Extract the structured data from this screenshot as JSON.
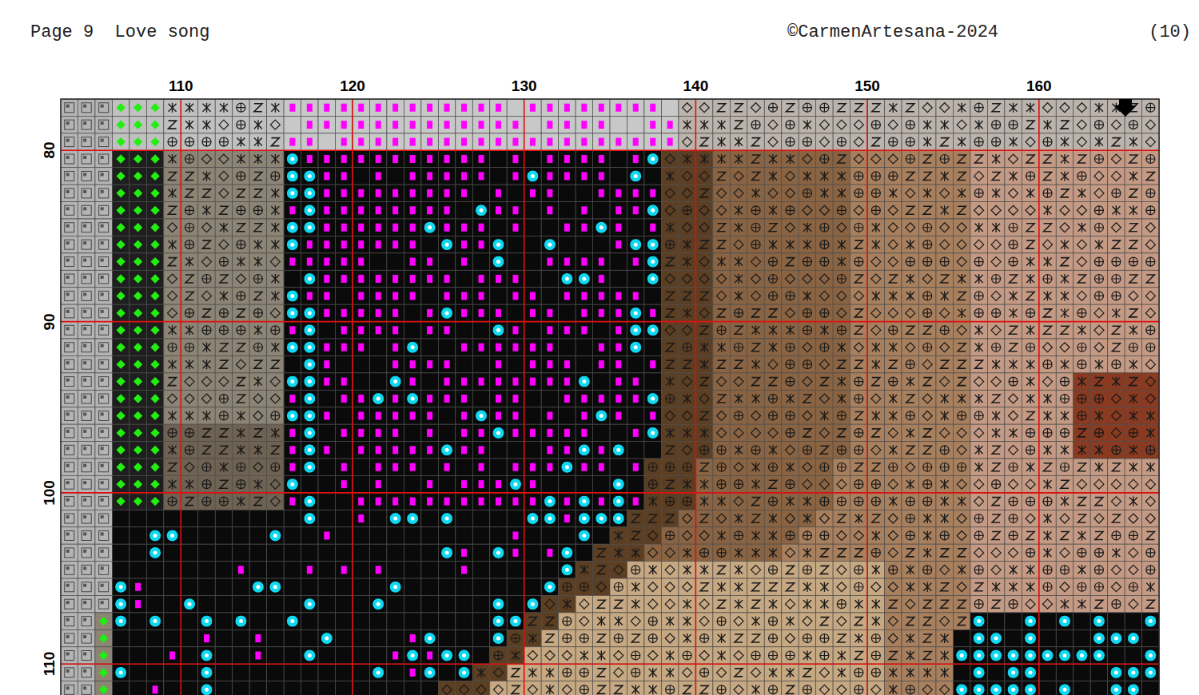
{
  "diagram": {
    "title": "Page 9  Love song",
    "labels": [
      "©CarmenArtesana-2024",
      "(10)",
      "110",
      "120",
      "130",
      "140",
      "150",
      "160",
      "80",
      "90",
      "100",
      "110"
    ]
  }
}
